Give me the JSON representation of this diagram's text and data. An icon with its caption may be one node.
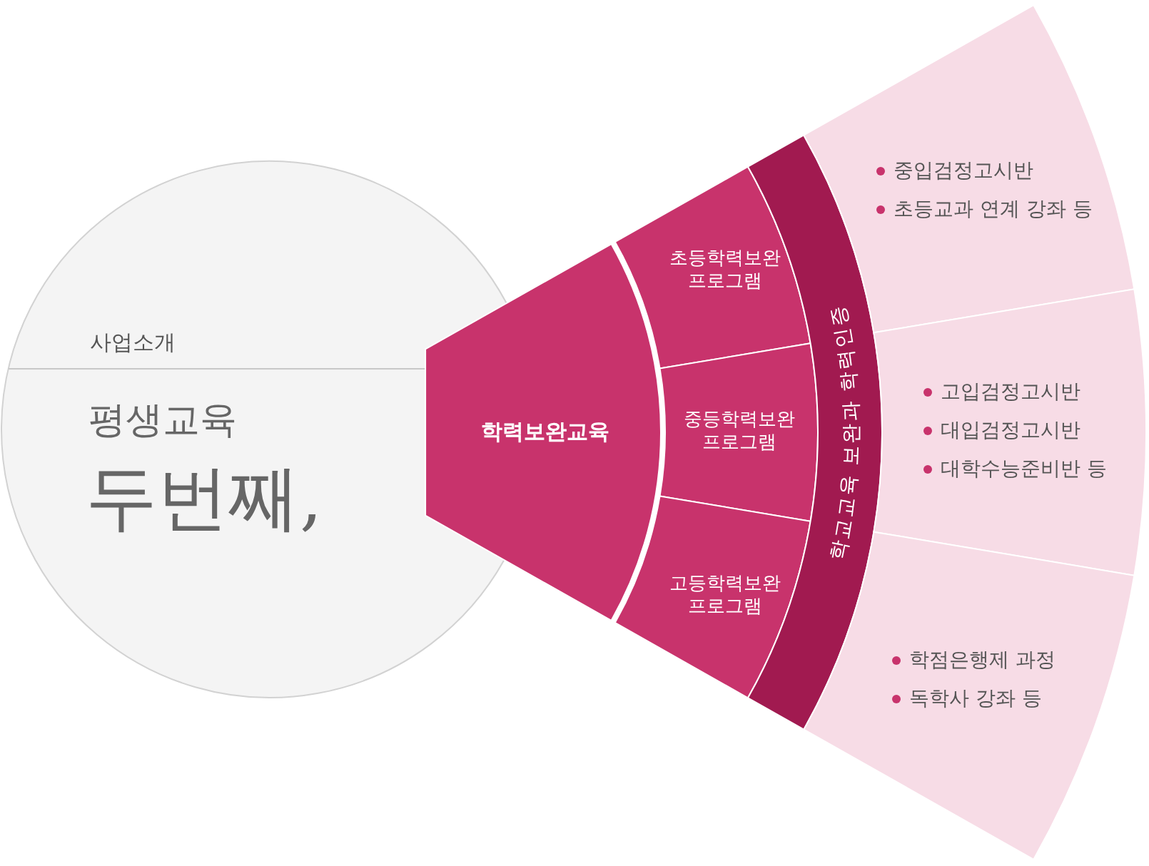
{
  "diagram": {
    "nodes": [
      {
        "text": [
          "사업소개",
          "평생교육",
          "두번째,"
        ]
      },
      {
        "text": [
          "학력보완교육"
        ]
      },
      {
        "text": [
          "초등학력보완 프로그램"
        ]
      },
      {
        "text": [
          "중등학력보완 프로그램"
        ]
      },
      {
        "text": [
          "고등학력보완 프로그램"
        ]
      },
      {
        "text": [
          "학교교육 보완과 학력인증"
        ]
      },
      {
        "text": [
          "중입검정고시반",
          "초등교과 연계 강좌 등"
        ]
      },
      {
        "text": [
          "고입검정고시반",
          "대입검정고시반",
          "대학수능준비반 등"
        ]
      },
      {
        "text": [
          "학점은행제 과정",
          "독학사 강좌 등"
        ]
      }
    ]
  }
}
